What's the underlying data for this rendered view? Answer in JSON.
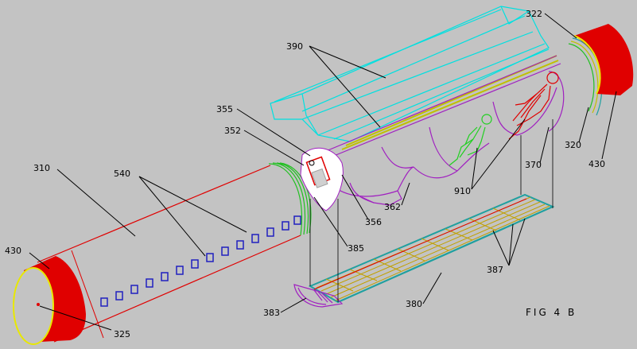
{
  "figure": {
    "caption": "FIG 4 B"
  },
  "labels": {
    "l310": "310",
    "l430a": "430",
    "l325": "325",
    "l540": "540",
    "l352": "352",
    "l355": "355",
    "l390": "390",
    "l322": "322",
    "l320": "320",
    "l430b": "430",
    "l370": "370",
    "l910": "910",
    "l362": "362",
    "l356": "356",
    "l385": "385",
    "l387": "387",
    "l380": "380",
    "l383": "383"
  },
  "colors": {
    "background": "#c3c3c3",
    "fuselage": "#e00000",
    "cap": "#e8e800",
    "windows": "#2020c0",
    "frames": "#20c020",
    "canopy": "#00e0e0",
    "hull": "#a020c0",
    "floor": "#20a0a0",
    "floorGrid": "#c0a000",
    "passengerGreen": "#20d020",
    "passengerRed": "#e00000"
  }
}
